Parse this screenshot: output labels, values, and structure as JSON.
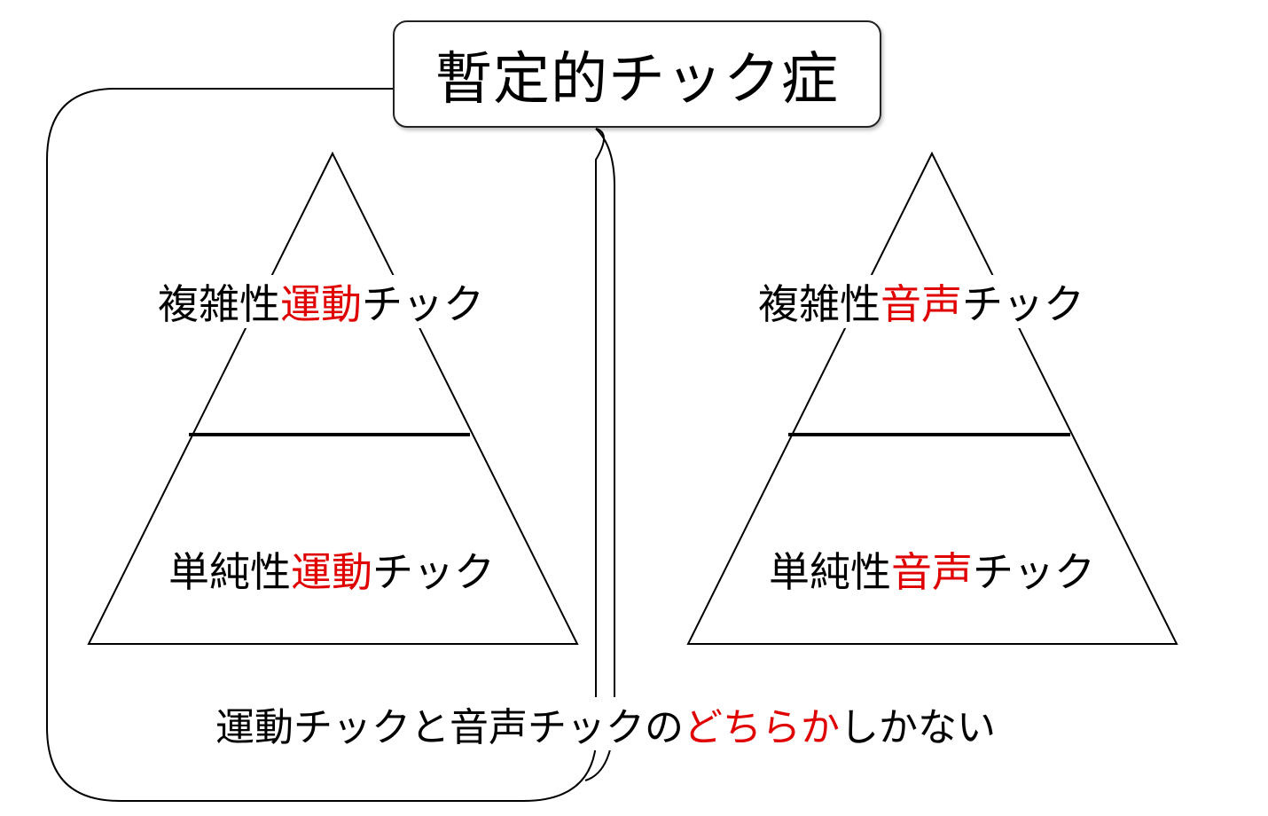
{
  "title": "暫定的チック症",
  "left_pyramid": {
    "upper_prefix": "複雑性",
    "upper_accent": "運動",
    "upper_suffix": "チック",
    "lower_prefix": "単純性",
    "lower_accent": "運動",
    "lower_suffix": "チック"
  },
  "right_pyramid": {
    "upper_prefix": "複雑性",
    "upper_accent": "音声",
    "upper_suffix": "チック",
    "lower_prefix": "単純性",
    "lower_accent": "音声",
    "lower_suffix": "チック"
  },
  "bottom_note": {
    "prefix": "運動チックと音声チックの",
    "accent": "どちらか",
    "suffix": "しかない"
  },
  "colors": {
    "accent": "#e00000",
    "line": "#000000"
  }
}
